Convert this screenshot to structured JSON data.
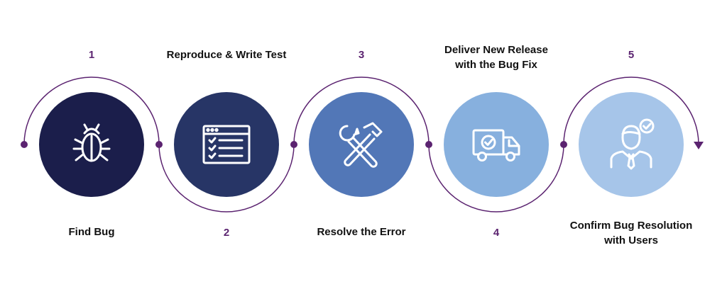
{
  "steps": [
    {
      "number": "1",
      "label": "Find Bug",
      "icon": "bug-icon",
      "color": "#1b1e4b"
    },
    {
      "number": "2",
      "label": "Reproduce & Write Test",
      "icon": "test-window-checklist-icon",
      "color": "#273566"
    },
    {
      "number": "3",
      "label": "Resolve the Error",
      "icon": "wrench-hammer-icon",
      "color": "#5277b7"
    },
    {
      "number": "4",
      "label": "Deliver New Release\nwith the Bug Fix",
      "icon": "delivery-truck-icon",
      "color": "#87b0de"
    },
    {
      "number": "5",
      "label": "Confirm Bug Resolution\nwith Users",
      "icon": "user-check-icon",
      "color": "#a6c5e9"
    }
  ],
  "connector_color": "#5b2370"
}
